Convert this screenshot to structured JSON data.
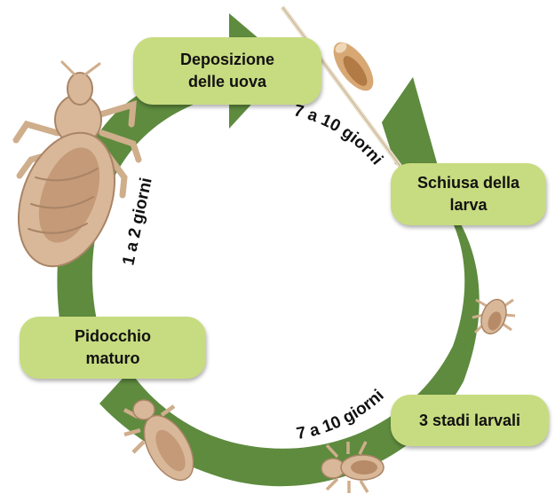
{
  "stages": {
    "eggs": {
      "line1": "Deposizione",
      "line2": "delle uova"
    },
    "hatch": {
      "line1": "Schiusa della",
      "line2": "larva"
    },
    "larval": {
      "line1": "3 stadi larvali"
    },
    "adult": {
      "line1": "Pidocchio",
      "line2": "maturo"
    }
  },
  "durations": {
    "top": "7 a 10 giorni",
    "bottom": "7 a 10 giorni",
    "left": "1 a 2 giorni"
  },
  "colors": {
    "ring": "#5e8b3e",
    "pill": "#c7dc80",
    "louse_body": "#d9b899",
    "louse_dark": "#b88b68"
  }
}
